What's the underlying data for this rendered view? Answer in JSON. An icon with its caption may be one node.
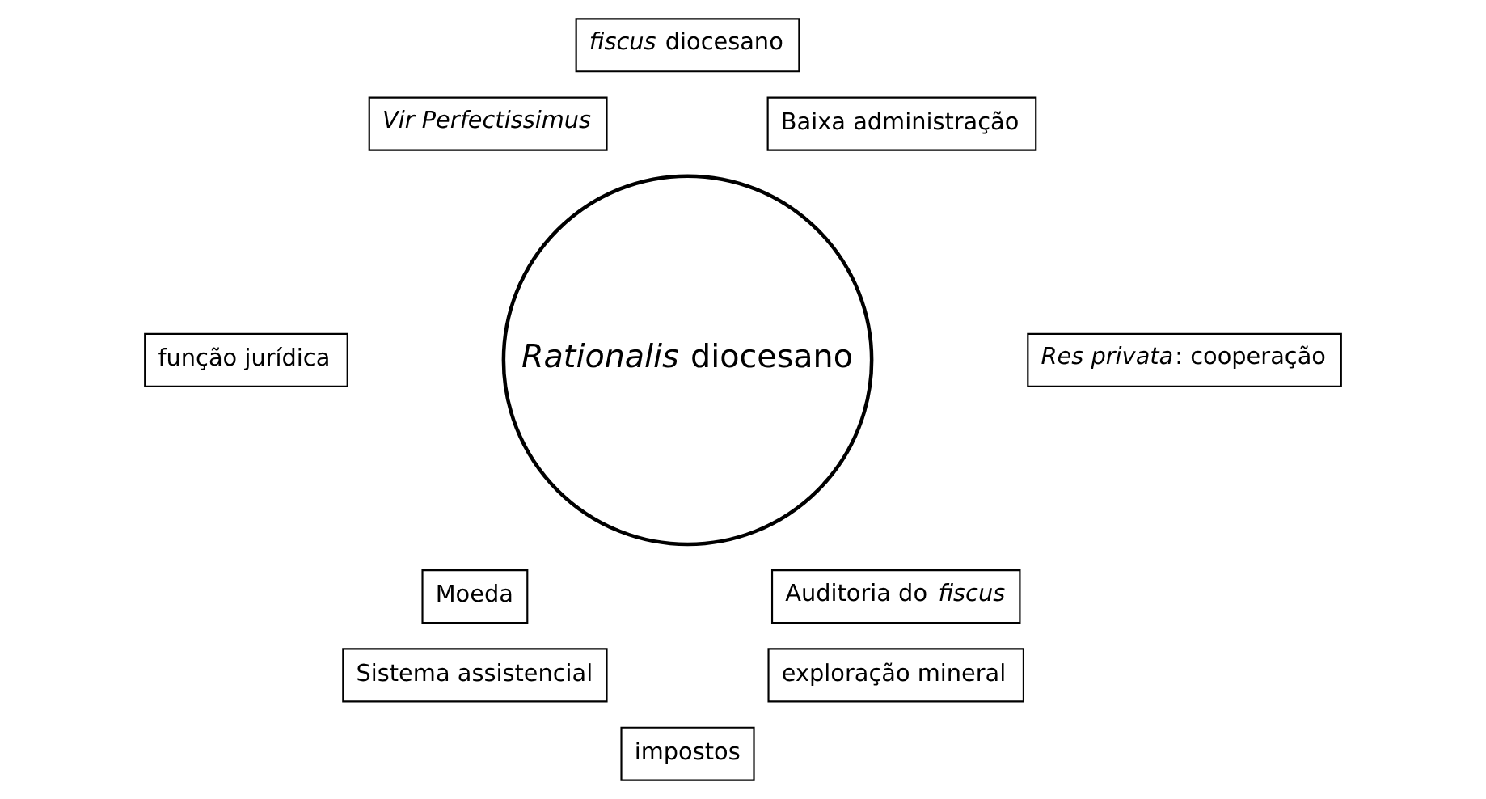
{
  "diagram": {
    "nodes": [
      {
        "text": [
          "*fiscus* diocesano"
        ]
      },
      {
        "text": [
          "*Vir Perfectissimus*"
        ]
      },
      {
        "text": [
          "Baixa administração"
        ]
      },
      {
        "text": [
          "função jurídica"
        ]
      },
      {
        "text": [
          "*Rationalis* diocesano"
        ]
      },
      {
        "text": [
          "*Res privata*: cooperação"
        ]
      },
      {
        "text": [
          "Moeda"
        ]
      },
      {
        "text": [
          "Auditoria do *fiscus*"
        ]
      },
      {
        "text": [
          "Sistema assistencial"
        ]
      },
      {
        "text": [
          "exploração mineral"
        ]
      },
      {
        "text": [
          "impostos"
        ]
      }
    ],
    "edges": []
  }
}
